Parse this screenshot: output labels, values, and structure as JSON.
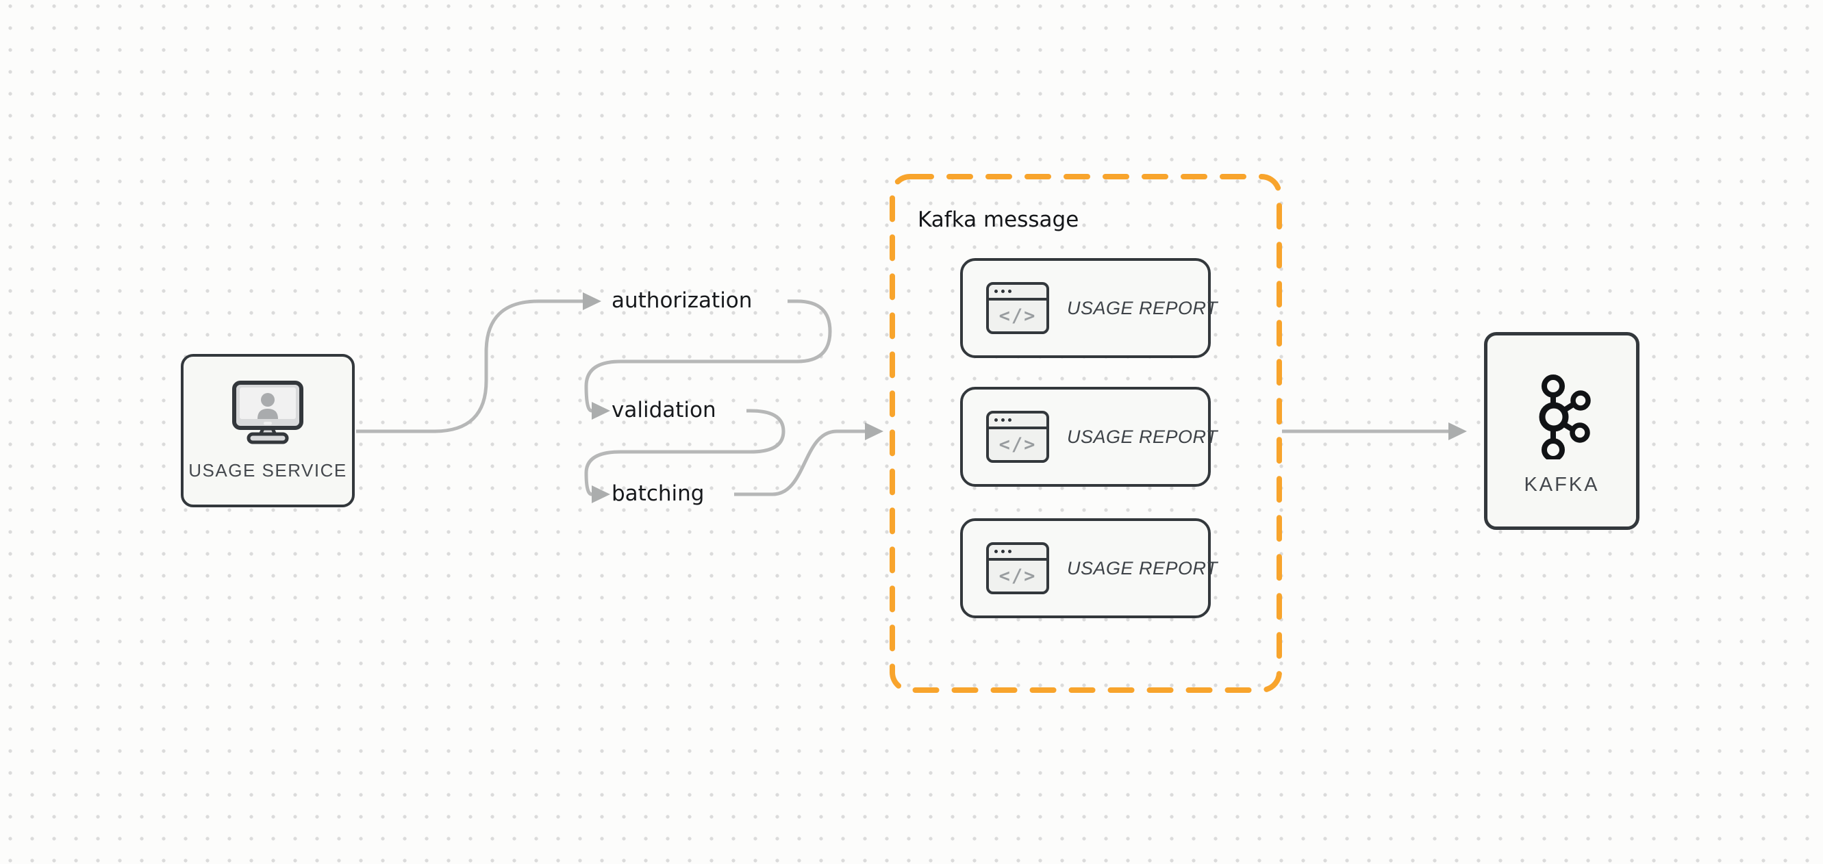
{
  "diagram": {
    "nodes": {
      "usage_service": {
        "label": "USAGE SERVICE",
        "icon": "monitor-user-icon"
      },
      "kafka": {
        "label": "KAFKA",
        "icon": "kafka-logo-icon"
      }
    },
    "steps": [
      {
        "label": "authorization"
      },
      {
        "label": "validation"
      },
      {
        "label": "batching"
      }
    ],
    "kafka_message_group": {
      "title": "Kafka message",
      "cards": [
        {
          "label": "USAGE REPORT",
          "icon": "code-window-icon",
          "code_glyph": "</>"
        },
        {
          "label": "USAGE REPORT",
          "icon": "code-window-icon",
          "code_glyph": "</>"
        },
        {
          "label": "USAGE REPORT",
          "icon": "code-window-icon",
          "code_glyph": "</>"
        }
      ]
    },
    "colors": {
      "accent_orange": "#F8A42C",
      "connector_gray": "#B6B7B7",
      "arrowhead_gray": "#ABADAD",
      "node_border_dark": "#33383C",
      "node_fill": "#F7F8F5",
      "card_shadow_fill": "#E9EAEA",
      "background": "#FCFCFB",
      "dot_grid": "#DBDBDB",
      "text_dark": "#17191C",
      "text_node": "#44484D"
    }
  }
}
